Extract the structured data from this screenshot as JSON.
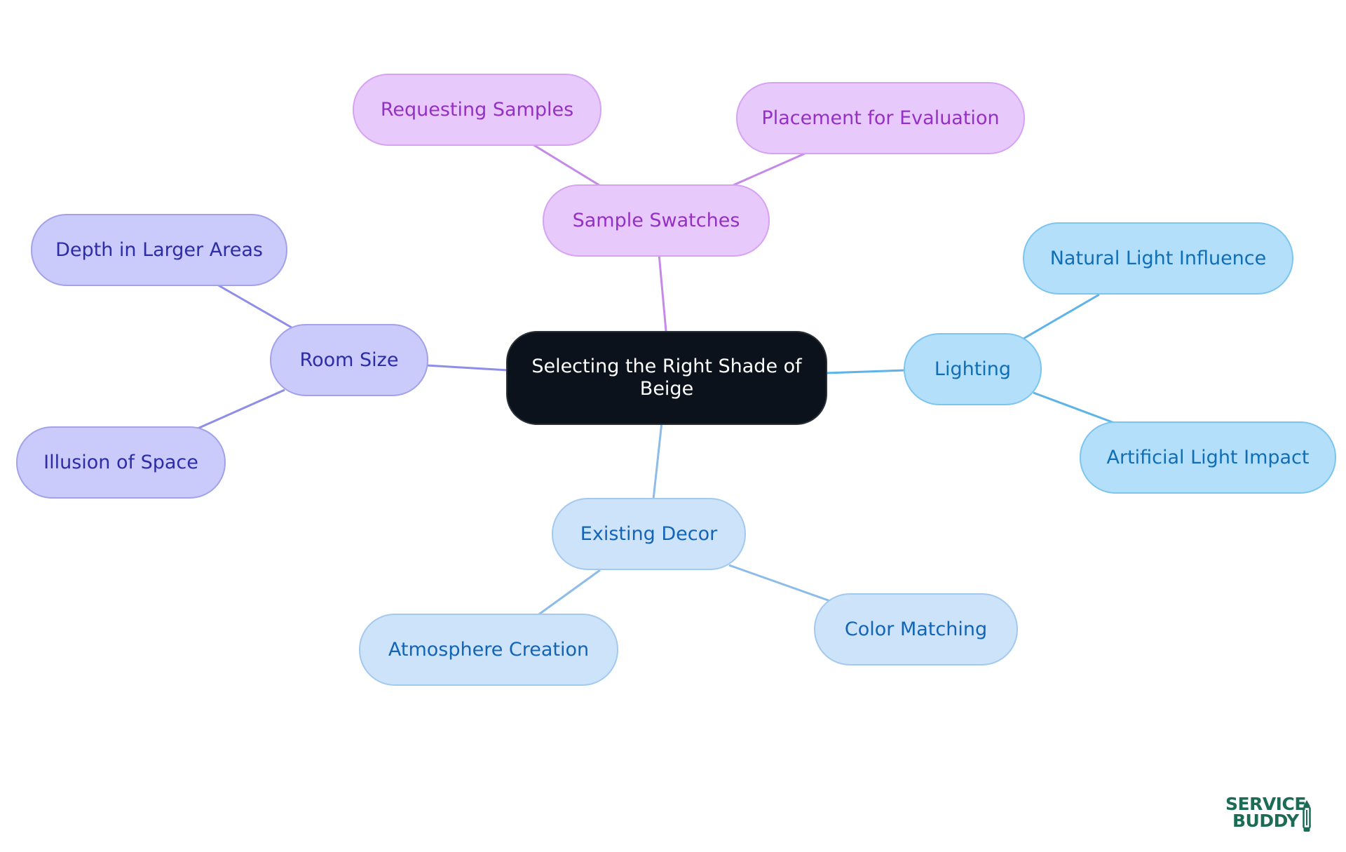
{
  "mindmap": {
    "center": {
      "label": "Selecting the Right Shade of Beige"
    },
    "branches": [
      {
        "label": "Sample Swatches",
        "children": [
          "Requesting Samples",
          "Placement for Evaluation"
        ]
      },
      {
        "label": "Room Size",
        "children": [
          "Depth in Larger Areas",
          "Illusion of Space"
        ]
      },
      {
        "label": "Lighting",
        "children": [
          "Natural Light Influence",
          "Artificial Light Impact"
        ]
      },
      {
        "label": "Existing Decor",
        "children": [
          "Atmosphere Creation",
          "Color Matching"
        ]
      }
    ]
  },
  "logo": {
    "line1": "SERVICE",
    "line2": "BUDDY"
  },
  "colors": {
    "center": "#0b121b",
    "sample_swatches": "#e8c9fb",
    "room_size": "#cacafb",
    "lighting": "#b4dffa",
    "existing_decor": "#cde3fa",
    "logo": "#1c6b54"
  }
}
